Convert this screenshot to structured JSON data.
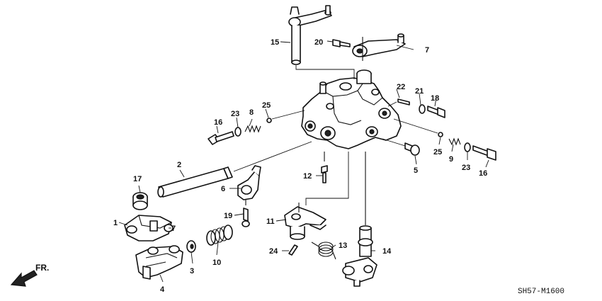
{
  "diagram": {
    "code": "SH57-M1600",
    "direction_label": "FR.",
    "callouts": [
      {
        "id": "1",
        "text": "1"
      },
      {
        "id": "2",
        "text": "2"
      },
      {
        "id": "3",
        "text": "3"
      },
      {
        "id": "4",
        "text": "4"
      },
      {
        "id": "5",
        "text": "5"
      },
      {
        "id": "6",
        "text": "6"
      },
      {
        "id": "7a",
        "text": "7"
      },
      {
        "id": "7b",
        "text": "7"
      },
      {
        "id": "8",
        "text": "8"
      },
      {
        "id": "9",
        "text": "9"
      },
      {
        "id": "10",
        "text": "10"
      },
      {
        "id": "11",
        "text": "11"
      },
      {
        "id": "12",
        "text": "12"
      },
      {
        "id": "13",
        "text": "13"
      },
      {
        "id": "14",
        "text": "14"
      },
      {
        "id": "15",
        "text": "15"
      },
      {
        "id": "16a",
        "text": "16"
      },
      {
        "id": "16b",
        "text": "16"
      },
      {
        "id": "17",
        "text": "17"
      },
      {
        "id": "18",
        "text": "18"
      },
      {
        "id": "19",
        "text": "19"
      },
      {
        "id": "20",
        "text": "20"
      },
      {
        "id": "21",
        "text": "21"
      },
      {
        "id": "22",
        "text": "22"
      },
      {
        "id": "23a",
        "text": "23"
      },
      {
        "id": "23b",
        "text": "23"
      },
      {
        "id": "24",
        "text": "24"
      },
      {
        "id": "25a",
        "text": "25"
      },
      {
        "id": "25b",
        "text": "25"
      }
    ]
  }
}
